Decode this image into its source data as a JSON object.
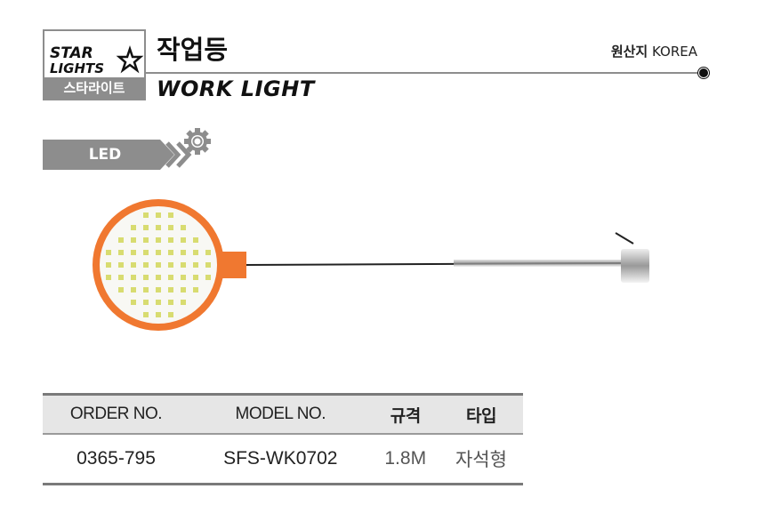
{
  "brand": {
    "logo_text": "STAR LIGHTS",
    "subtitle": "스타라이트"
  },
  "header": {
    "title_kr": "작업등",
    "title_en": "WORK LIGHT",
    "origin_label": "원산지",
    "origin_value": "KOREA"
  },
  "badge": {
    "label": "LED",
    "icon": "gear-icon"
  },
  "colors": {
    "lamp_orange": "#f07830",
    "banner_gray": "#8d8d8d",
    "header_bg": "#e6e6e6"
  },
  "table": {
    "headers": [
      "ORDER NO.",
      "MODEL NO.",
      "규격",
      "타입"
    ],
    "rows": [
      [
        "0365-795",
        "SFS-WK0702",
        "1.8M",
        "자석형"
      ]
    ]
  }
}
